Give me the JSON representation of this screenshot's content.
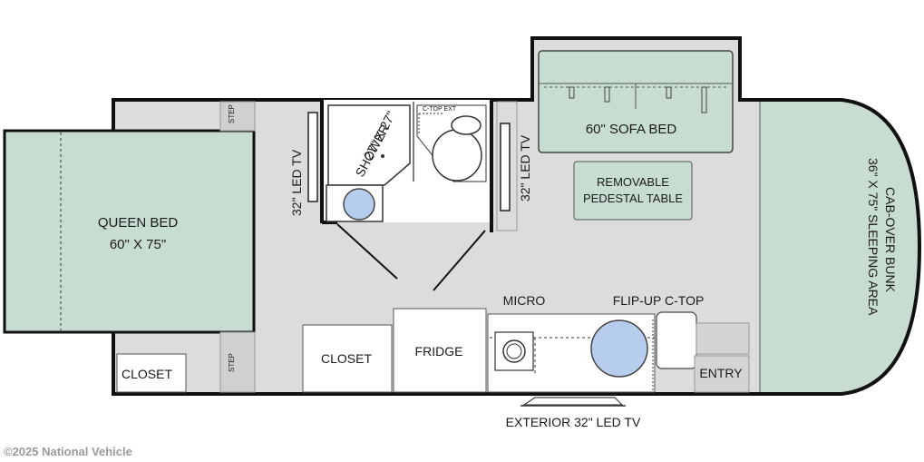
{
  "labels": {
    "queen_bed_line1": "QUEEN BED",
    "queen_bed_line2": "60\" X 75\"",
    "step_top": "STEP",
    "step_bottom": "STEP",
    "closet_left": "CLOSET",
    "closet_middle": "CLOSET",
    "fridge": "FRIDGE",
    "micro": "MICRO",
    "flip_up": "FLIP-UP C-TOP",
    "entry": "ENTRY",
    "exterior_tv": "EXTERIOR 32\" LED TV",
    "led_tv_left": "32\" LED TV",
    "led_tv_right": "32\" LED TV",
    "shower_line1": "SHOWER",
    "shower_line2": "27\" X 27\"",
    "c_top_ext": "C-TOP EXT",
    "sofa_bed": "60\" SOFA BED",
    "table_line1": "REMOVABLE",
    "table_line2": "PEDESTAL TABLE",
    "cab_line1": "CAB-OVER BUNK",
    "cab_line2": "36\" X 75\" SLEEPING AREA"
  },
  "copyright": "©2025 National Vehicle",
  "colors": {
    "floor": "#dcdcdc",
    "furniture": "#c8ddd2",
    "wall": "#111111",
    "sink": "#b7cdee"
  }
}
